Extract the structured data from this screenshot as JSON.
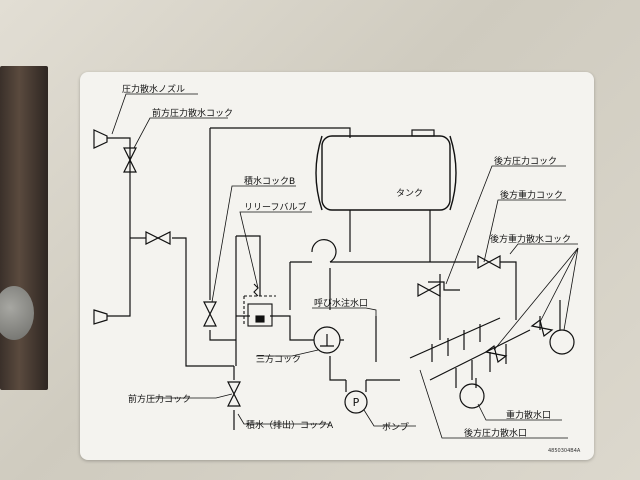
{
  "labels": {
    "pressure_nozzle": "圧力散水ノズル",
    "front_pressure_cock_top": "前方圧力散水コック",
    "water_cock_b": "積水コックB",
    "relief_valve": "リリーフバルブ",
    "tank": "タンク",
    "rear_pressure_cock": "後方圧力コック",
    "rear_gravity_cock": "後方重力コック",
    "rear_gravity_spray_cock": "後方重力散水コック",
    "priming_port": "呼び水注水口",
    "three_way_cock": "三方コック",
    "pump_symbol": "P",
    "front_pressure_cock_bottom": "前方圧力コック",
    "water_cock_a": "積水（排出）コックA",
    "pump": "ポンプ",
    "gravity_spray_port": "重力散水口",
    "rear_pressure_spray_port": "後方圧力散水口",
    "plate_code": "4850304B4A"
  }
}
